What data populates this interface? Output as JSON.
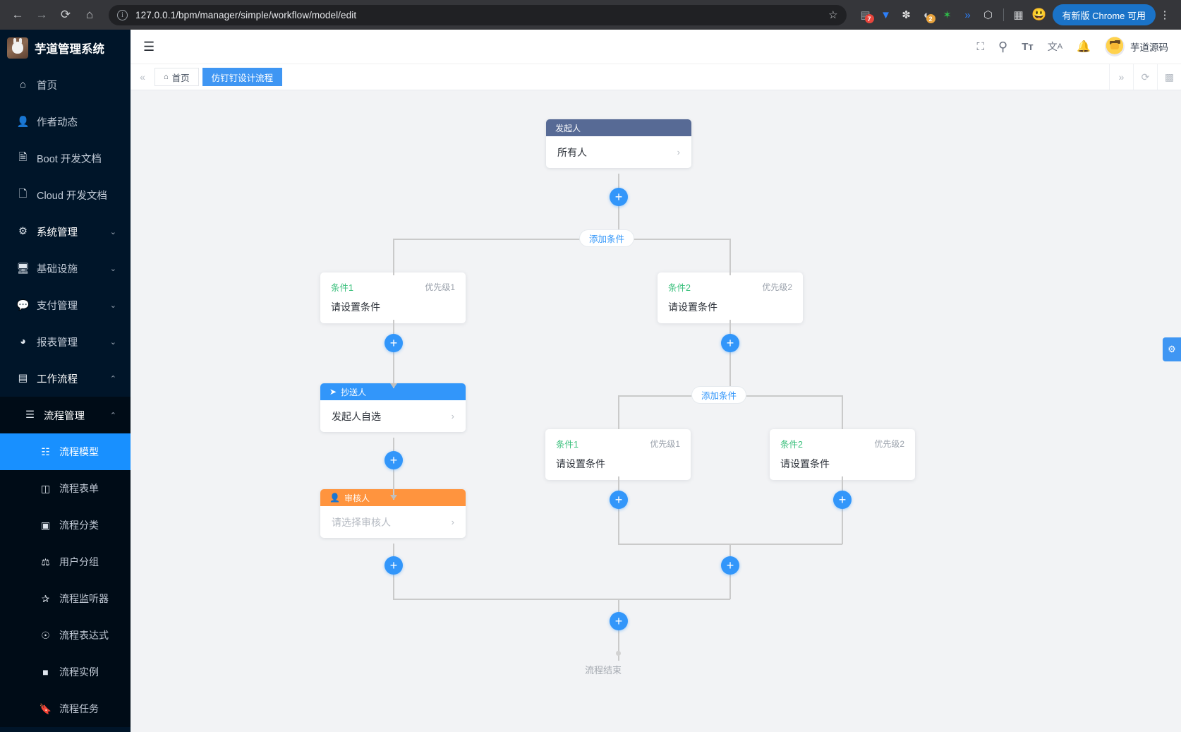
{
  "browser": {
    "url": "127.0.0.1/bpm/manager/simple/workflow/model/edit",
    "back_icon": "back-arrow-icon",
    "forward_icon": "forward-arrow-icon",
    "reload_icon": "reload-icon",
    "home_icon": "home-icon",
    "info_icon": "site-info-icon",
    "star_icon": "bookmark-star-icon",
    "extensions": [
      {
        "name": "extension-grid",
        "glyph": "▤",
        "badge": "7",
        "badge_color": "#e8453c",
        "color": "#9aa0a6"
      },
      {
        "name": "extension-balloon",
        "glyph": "▼",
        "badge": "",
        "badge_color": "",
        "color": "#2d7ff9"
      },
      {
        "name": "extension-gray-ball",
        "glyph": "✽",
        "badge": "",
        "badge_color": "",
        "color": "#d6d6d6"
      },
      {
        "name": "extension-moon",
        "glyph": "◐",
        "badge": "2",
        "badge_color": "#e8a33d",
        "color": "#cfd3d8"
      },
      {
        "name": "extension-star",
        "glyph": "☆",
        "badge": "",
        "badge_color": "",
        "color": "#2fbf4a"
      },
      {
        "name": "extension-chevrons",
        "glyph": "»",
        "badge": "",
        "badge_color": "",
        "color": "#2d7ff9"
      },
      {
        "name": "extension-puzzle",
        "glyph": "⬠",
        "badge": "",
        "badge_color": "",
        "color": "#c8cacd"
      }
    ],
    "sidepanel_icon": "side-panel-icon",
    "profile_icon": "profile-avatar-icon",
    "update_label": "有新版 Chrome 可用",
    "menu_icon": "browser-menu-icon"
  },
  "sidebar": {
    "brand": "芋道管理系统",
    "items": [
      {
        "label": "首页",
        "icon": "home-icon",
        "arrow": ""
      },
      {
        "label": "作者动态",
        "icon": "user-icon",
        "arrow": ""
      },
      {
        "label": "Boot 开发文档",
        "icon": "document-icon",
        "arrow": ""
      },
      {
        "label": "Cloud 开发文档",
        "icon": "copy-icon",
        "arrow": ""
      },
      {
        "label": "系统管理",
        "icon": "gear-icon",
        "arrow": "⌄"
      },
      {
        "label": "基础设施",
        "icon": "monitor-icon",
        "arrow": "⌄"
      },
      {
        "label": "支付管理",
        "icon": "payment-icon",
        "arrow": "⌄"
      },
      {
        "label": "报表管理",
        "icon": "pie-chart-icon",
        "arrow": "⌄"
      },
      {
        "label": "工作流程",
        "icon": "workflow-icon",
        "arrow": "⌃"
      }
    ],
    "group": {
      "label": "流程管理",
      "icon": "list-icon",
      "arrow": "⌃"
    },
    "subitems": [
      {
        "label": "流程模型",
        "icon": "sitemap-icon",
        "active": true
      },
      {
        "label": "流程表单",
        "icon": "form-icon",
        "active": false
      },
      {
        "label": "流程分类",
        "icon": "category-icon",
        "active": false
      },
      {
        "label": "用户分组",
        "icon": "group-icon",
        "active": false
      },
      {
        "label": "流程监听器",
        "icon": "listener-icon",
        "active": false
      },
      {
        "label": "流程表达式",
        "icon": "expression-icon",
        "active": false
      },
      {
        "label": "流程实例",
        "icon": "instance-icon",
        "active": false
      },
      {
        "label": "流程任务",
        "icon": "task-icon",
        "active": false
      }
    ]
  },
  "header": {
    "hamburger": "menu-collapse-icon",
    "icons": [
      {
        "name": "fullscreen-icon",
        "glyph": "⛶"
      },
      {
        "name": "search-icon",
        "glyph": "⌕"
      },
      {
        "name": "font-size-icon",
        "glyph": "Tᴛ"
      },
      {
        "name": "translate-icon",
        "glyph": "文A"
      },
      {
        "name": "notification-bell-icon",
        "glyph": "☑"
      }
    ],
    "user_name": "芋道源码"
  },
  "tabbar": {
    "collapse_left": "«",
    "tabs": [
      {
        "label": "首页",
        "icon": "home-icon",
        "active": false
      },
      {
        "label": "仿钉钉设计流程",
        "icon": "",
        "active": true
      }
    ],
    "right_icons": [
      {
        "name": "expand-right-icon",
        "glyph": "»"
      },
      {
        "name": "refresh-icon",
        "glyph": "⟳"
      },
      {
        "name": "grid-view-icon",
        "glyph": "∷"
      }
    ]
  },
  "canvas": {
    "settings_icon": "settings-gear-icon",
    "nodes": {
      "initiator": {
        "header": "发起人",
        "body": "所有人",
        "chevron": "›"
      },
      "cc": {
        "header": "抄送人",
        "icon": "send-icon",
        "body": "发起人自选",
        "chevron": "›"
      },
      "approver": {
        "header": "审核人",
        "icon": "user-icon",
        "body": "请选择审核人",
        "chevron": "›"
      }
    },
    "add_condition_label": "添加条件",
    "conditions": [
      {
        "name": "条件1",
        "priority": "优先级1",
        "body": "请设置条件"
      },
      {
        "name": "条件2",
        "priority": "优先级2",
        "body": "请设置条件"
      },
      {
        "name": "条件1",
        "priority": "优先级1",
        "body": "请设置条件"
      },
      {
        "name": "条件2",
        "priority": "优先级2",
        "body": "请设置条件"
      }
    ],
    "plus_label": "+",
    "end_label": "流程结束"
  },
  "colors": {
    "accent": "#3296fa",
    "initiator": "#576a95",
    "cc": "#3296fa",
    "approver": "#ff943e",
    "condition_name": "#3ac07c",
    "sidebar_bg": "#001529"
  }
}
